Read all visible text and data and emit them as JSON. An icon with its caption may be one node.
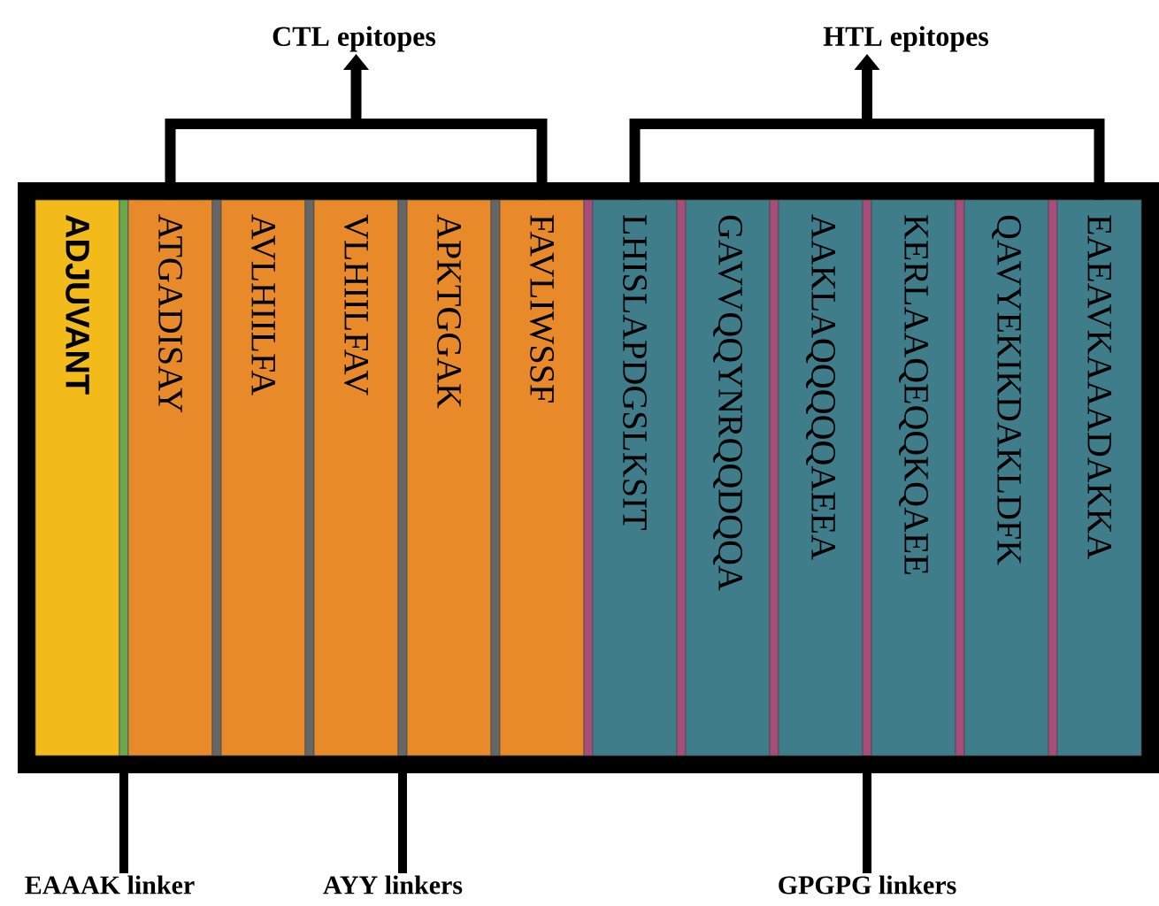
{
  "diagram": {
    "nodes": [
      {
        "text": [
          "CTL epitopes"
        ]
      },
      {
        "text": [
          "HTL epitopes"
        ]
      },
      {
        "text": [],
        "shape": "box"
      },
      {
        "text": [
          "ADJUVANT"
        ],
        "in": 2
      },
      {
        "text": [],
        "shape": "bar",
        "in": 2
      },
      {
        "text": [
          "ATGADISAY"
        ],
        "in": 2
      },
      {
        "text": [],
        "shape": "bar",
        "in": 2
      },
      {
        "text": [
          "AVLHIILFA"
        ],
        "in": 2
      },
      {
        "text": [],
        "shape": "bar",
        "in": 2
      },
      {
        "text": [
          "VLHIILFAV"
        ],
        "in": 2
      },
      {
        "text": [],
        "shape": "bar",
        "in": 2
      },
      {
        "text": [
          "APKTGGAK"
        ],
        "in": 2
      },
      {
        "text": [],
        "shape": "bar",
        "in": 2
      },
      {
        "text": [
          "FAVLIWSSF"
        ],
        "in": 2
      },
      {
        "text": [],
        "shape": "bar",
        "in": 2
      },
      {
        "text": [
          "LHISLAPDGSLKSIT"
        ],
        "in": 2
      },
      {
        "text": [],
        "shape": "bar",
        "in": 2
      },
      {
        "text": [
          "GAVVQQYNRQQDQQA"
        ],
        "in": 2
      },
      {
        "text": [],
        "shape": "bar",
        "in": 2
      },
      {
        "text": [
          "AAKLAQQQQQAEEA"
        ],
        "in": 2
      },
      {
        "text": [],
        "shape": "bar",
        "in": 2
      },
      {
        "text": [
          "KERLAAQEQQKQAEE"
        ],
        "in": 2
      },
      {
        "text": [],
        "shape": "bar",
        "in": 2
      },
      {
        "text": [
          "QAVYEKIKDAKLDFK"
        ],
        "in": 2
      },
      {
        "text": [],
        "shape": "bar",
        "in": 2
      },
      {
        "text": [
          "EAEAVKAAADAKKA"
        ],
        "in": 2
      },
      {
        "text": [
          "EAAAK linker"
        ]
      },
      {
        "text": [
          "AYY linkers"
        ]
      },
      {
        "text": [
          "GPGPG linkers"
        ]
      }
    ],
    "edges": [
      {
        "from": 5,
        "to": 0,
        "arrow": "to"
      },
      {
        "from": 13,
        "to": 0,
        "arrow": "to"
      },
      {
        "from": 15,
        "to": 1,
        "arrow": "to"
      },
      {
        "from": 25,
        "to": 1,
        "arrow": "to"
      },
      {
        "from": 26,
        "to": 4,
        "arrow": "none"
      },
      {
        "from": 27,
        "to": 10,
        "arrow": "none"
      },
      {
        "from": 28,
        "to": 20,
        "arrow": "none"
      }
    ]
  }
}
